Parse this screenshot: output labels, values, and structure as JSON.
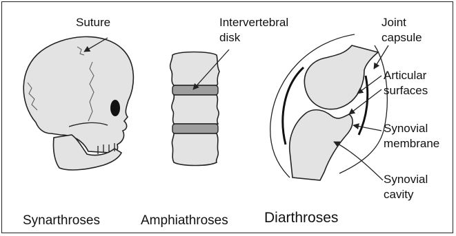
{
  "captions": {
    "synarthroses": "Synarthroses",
    "amphiathroses": "Amphiathroses",
    "diarthroses": "Diarthroses"
  },
  "labels": {
    "suture": "Suture",
    "intervertebral_line1": "Intervertebral",
    "intervertebral_line2": "disk",
    "joint_capsule_line1": "Joint",
    "joint_capsule_line2": "capsule",
    "articular_line1": "Articular",
    "articular_line2": "surfaces",
    "synovial_membrane_line1": "Synovial",
    "synovial_membrane_line2": "membrane",
    "synovial_cavity_line1": "Synovial",
    "synovial_cavity_line2": "cavity"
  },
  "colors": {
    "bone_fill": "#e3e3e3",
    "disk_fill": "#9e9e9e",
    "outline": "#222222"
  }
}
